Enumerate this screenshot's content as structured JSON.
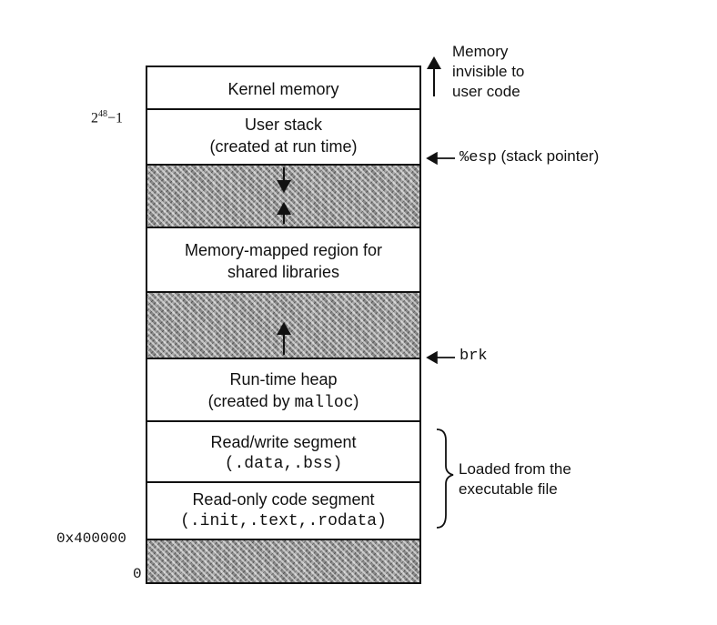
{
  "segments": {
    "kernel": {
      "line1": "Kernel memory"
    },
    "stack": {
      "line1": "User stack",
      "line2": "(created at run time)"
    },
    "mmap": {
      "line1": "Memory-mapped region for",
      "line2": "shared libraries"
    },
    "heap": {
      "line1": "Run-time heap",
      "line2_prefix": "(created by ",
      "line2_code": "malloc",
      "line2_suffix": ")"
    },
    "rw": {
      "line1": "Read/write segment",
      "line2": "(.data,.bss)"
    },
    "ro": {
      "line1": "Read-only code segment",
      "line2": "(.init,.text,.rodata)"
    }
  },
  "addresses": {
    "top_user_base": "2",
    "top_user_exp": "48",
    "top_user_rest": "−1",
    "text_start": "0x400000",
    "zero": "0"
  },
  "labels": {
    "kernel_note": [
      "Memory",
      "invisible to",
      "user code"
    ],
    "esp_code": "%esp",
    "esp_text": "(stack pointer)",
    "brk": "brk",
    "loaded_note": [
      "Loaded from the",
      "executable file"
    ]
  }
}
